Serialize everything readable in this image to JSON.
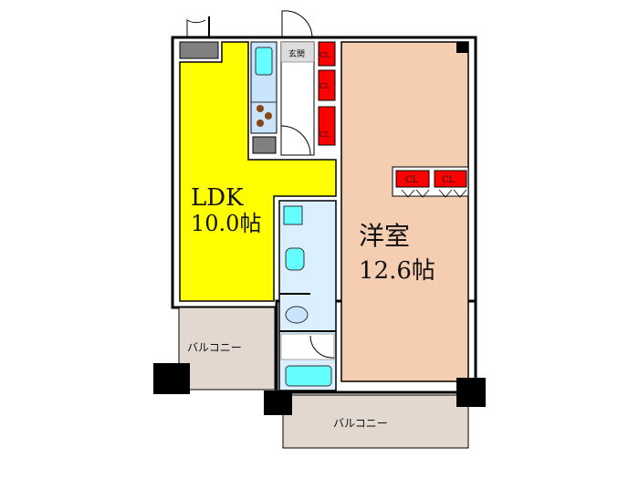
{
  "colors": {
    "ldk": "#ffff00",
    "western_room": "#f5cdb0",
    "water_area": "#dcefff",
    "fixture": "#66ffff",
    "closet": "#ff0000",
    "balcony": "#e2d8d0",
    "entrance": "#dddddd",
    "pillar": "#000000",
    "storage": "#808080",
    "stove_burner": "#8b4513"
  },
  "rooms": {
    "ldk": {
      "name": "LDK",
      "size": "10.0帖"
    },
    "western": {
      "name": "洋室",
      "size": "12.6帖"
    },
    "entrance": {
      "name": "玄関"
    },
    "balcony_left": {
      "name": "バルコニー"
    },
    "balcony_bottom": {
      "name": "バルコニー"
    }
  },
  "closets": [
    "CL",
    "CL",
    "CL",
    "CL",
    "CL"
  ]
}
